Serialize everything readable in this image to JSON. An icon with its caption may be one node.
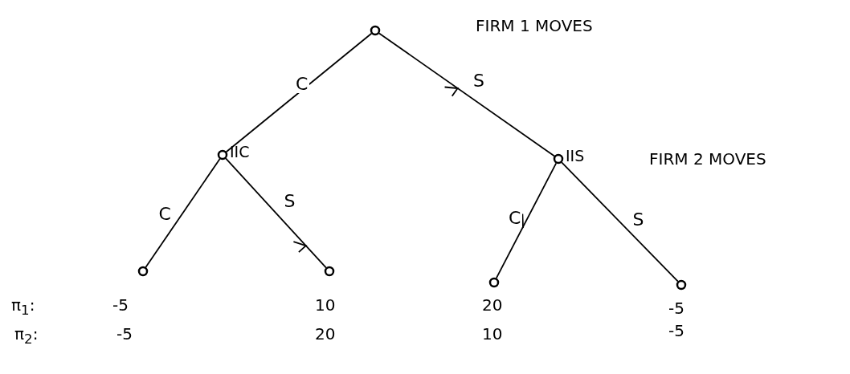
{
  "diagram": {
    "nodes": [
      {
        "text": [],
        "shape": "circle"
      },
      {
        "text": [],
        "shape": "circle",
        "beside": [
          "IIC"
        ]
      },
      {
        "text": [],
        "shape": "circle",
        "beside": [
          "IIS"
        ]
      },
      {
        "text": [],
        "shape": "circle"
      },
      {
        "text": [],
        "shape": "circle"
      },
      {
        "text": [],
        "shape": "circle"
      },
      {
        "text": [],
        "shape": "circle"
      }
    ],
    "edges": [
      {
        "from": 0,
        "to": 1,
        "arrow": "none",
        "label": "C"
      },
      {
        "from": 0,
        "to": 2,
        "arrow": "none",
        "label": "S"
      },
      {
        "from": 1,
        "to": 3,
        "arrow": "none",
        "label": "C"
      },
      {
        "from": 1,
        "to": 4,
        "arrow": "none",
        "label": "S"
      },
      {
        "from": 2,
        "to": 5,
        "arrow": "none",
        "label": "C"
      },
      {
        "from": 2,
        "to": 6,
        "arrow": "none",
        "label": "S"
      }
    ],
    "labels": [
      "FIRM 1 MOVES",
      "FIRM 2 MOVES",
      "π$_{1}$:",
      "-5",
      "10",
      "20",
      "-5",
      "π$_{2}$:",
      "-5",
      "20",
      "10",
      "-5"
    ]
  }
}
